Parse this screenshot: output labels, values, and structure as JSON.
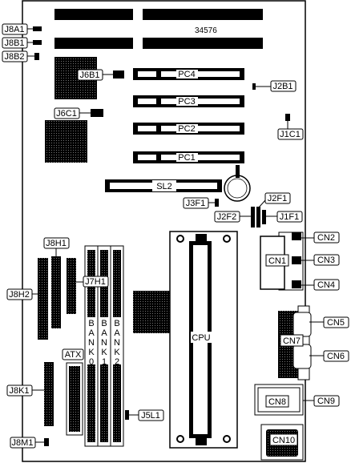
{
  "board": {
    "model": "34576"
  },
  "slots": {
    "pc4": "PC4",
    "pc3": "PC3",
    "pc2": "PC2",
    "pc1": "PC1",
    "sl2": "SL2"
  },
  "jumpers": {
    "j8a1": "J8A1",
    "j8b1": "J8B1",
    "j8b2": "J8B2",
    "j6b1": "J6B1",
    "j6c1": "J6C1",
    "j2b1": "J2B1",
    "j1c1": "J1C1",
    "j3f1": "J3F1",
    "j2f1": "J2F1",
    "j2f2": "J2F2",
    "j1f1": "J1F1",
    "j8h1": "J8H1",
    "j7h1": "J7H1",
    "j8h2": "J8H2",
    "j8k1": "J8K1",
    "j5l1": "J5L1",
    "j8m1": "J8M1"
  },
  "connectors": {
    "cn1": "CN1",
    "cn2": "CN2",
    "cn3": "CN3",
    "cn4": "CN4",
    "cn5": "CN5",
    "cn6": "CN6",
    "cn7": "CN7",
    "cn8": "CN8",
    "cn9": "CN9",
    "cn10": "CN10"
  },
  "components": {
    "atx": "ATX",
    "cpu": "CPU",
    "bank0": [
      "B",
      "A",
      "N",
      "K",
      "0"
    ],
    "bank1": [
      "B",
      "A",
      "N",
      "K",
      "1"
    ],
    "bank2": [
      "B",
      "A",
      "N",
      "K",
      "2"
    ]
  }
}
